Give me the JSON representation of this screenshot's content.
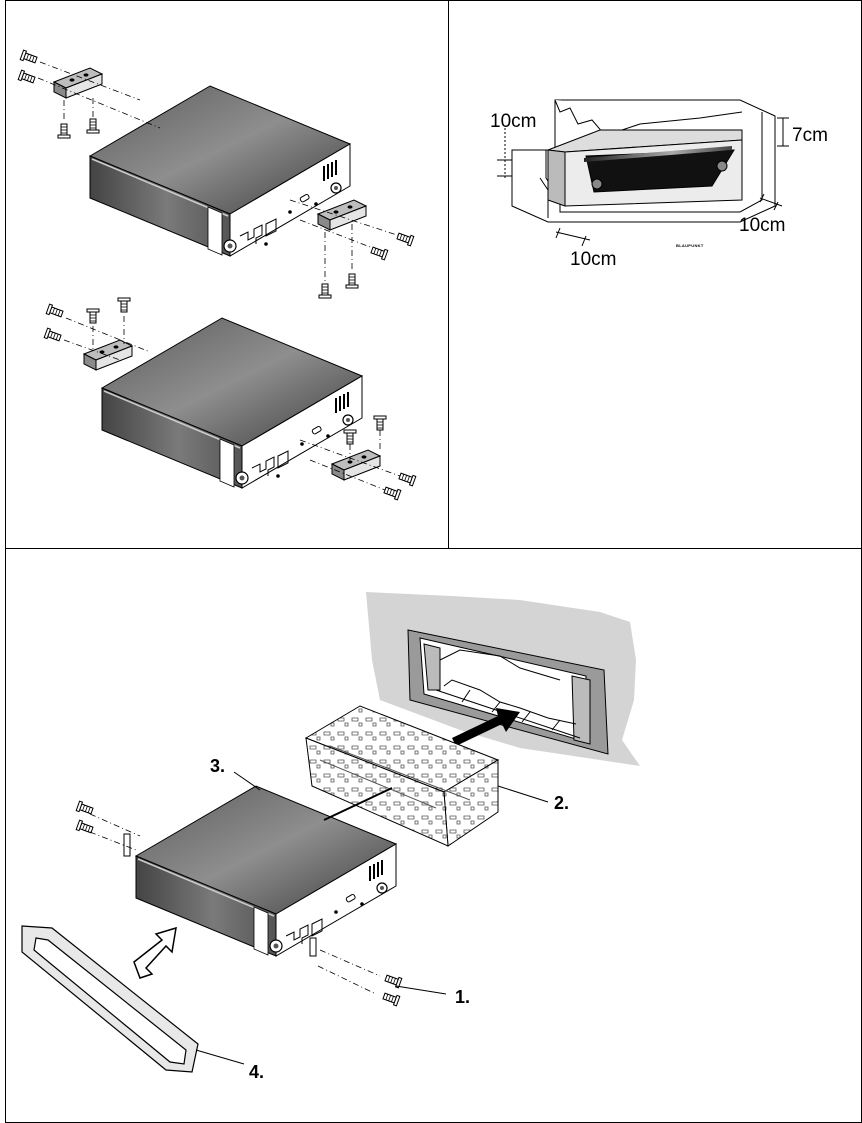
{
  "clearance_panel": {
    "top_left": "10cm",
    "top_right": "7cm",
    "bottom_right": "10cm",
    "bottom_left": "10cm",
    "brand": "BLAUPUNKT"
  },
  "installation_steps": {
    "step_1": "1.",
    "step_2": "2.",
    "step_3": "3.",
    "step_4": "4."
  }
}
